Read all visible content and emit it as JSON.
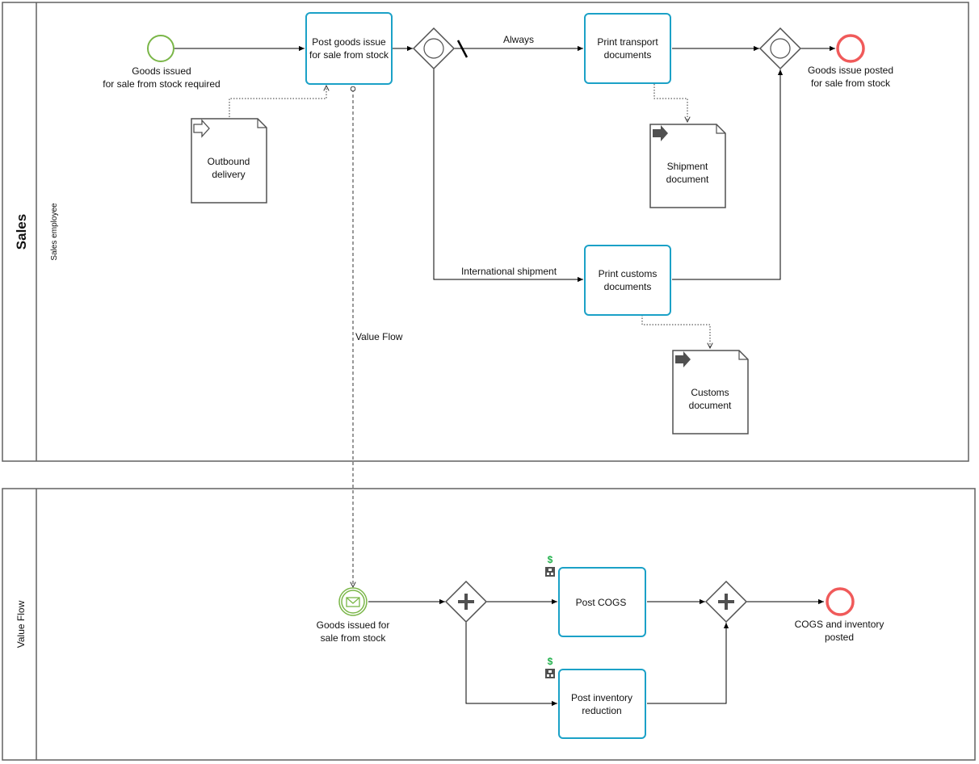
{
  "pools": {
    "sales": {
      "title": "Sales",
      "lane": "Sales employee"
    },
    "value_flow": {
      "title": "Value Flow"
    }
  },
  "events": {
    "start_sales": "Goods issued\nfor sale from stock required",
    "end_sales": "Goods issue posted\nfor sale from stock",
    "message_start": "Goods issued for\nsale from stock",
    "end_value": "COGS and inventory\nposted"
  },
  "tasks": {
    "post_goods_issue": "Post goods issue\nfor sale from stock",
    "print_transport": "Print transport\ndocuments",
    "print_customs": "Print customs\ndocuments",
    "post_cogs": "Post COGS",
    "post_inventory": "Post inventory\nreduction"
  },
  "documents": {
    "outbound_delivery": "Outbound\ndelivery",
    "shipment_document": "Shipment\ndocument",
    "customs_document": "Customs\ndocument"
  },
  "flow_labels": {
    "always": "Always",
    "international": "International shipment",
    "value_flow": "Value Flow"
  },
  "icons": {
    "currency": "$",
    "currency_color": "#22b14c",
    "start_event_color": "#7ab648",
    "end_event_color": "#f05a5a",
    "task_border_color": "#1ba1c7"
  }
}
